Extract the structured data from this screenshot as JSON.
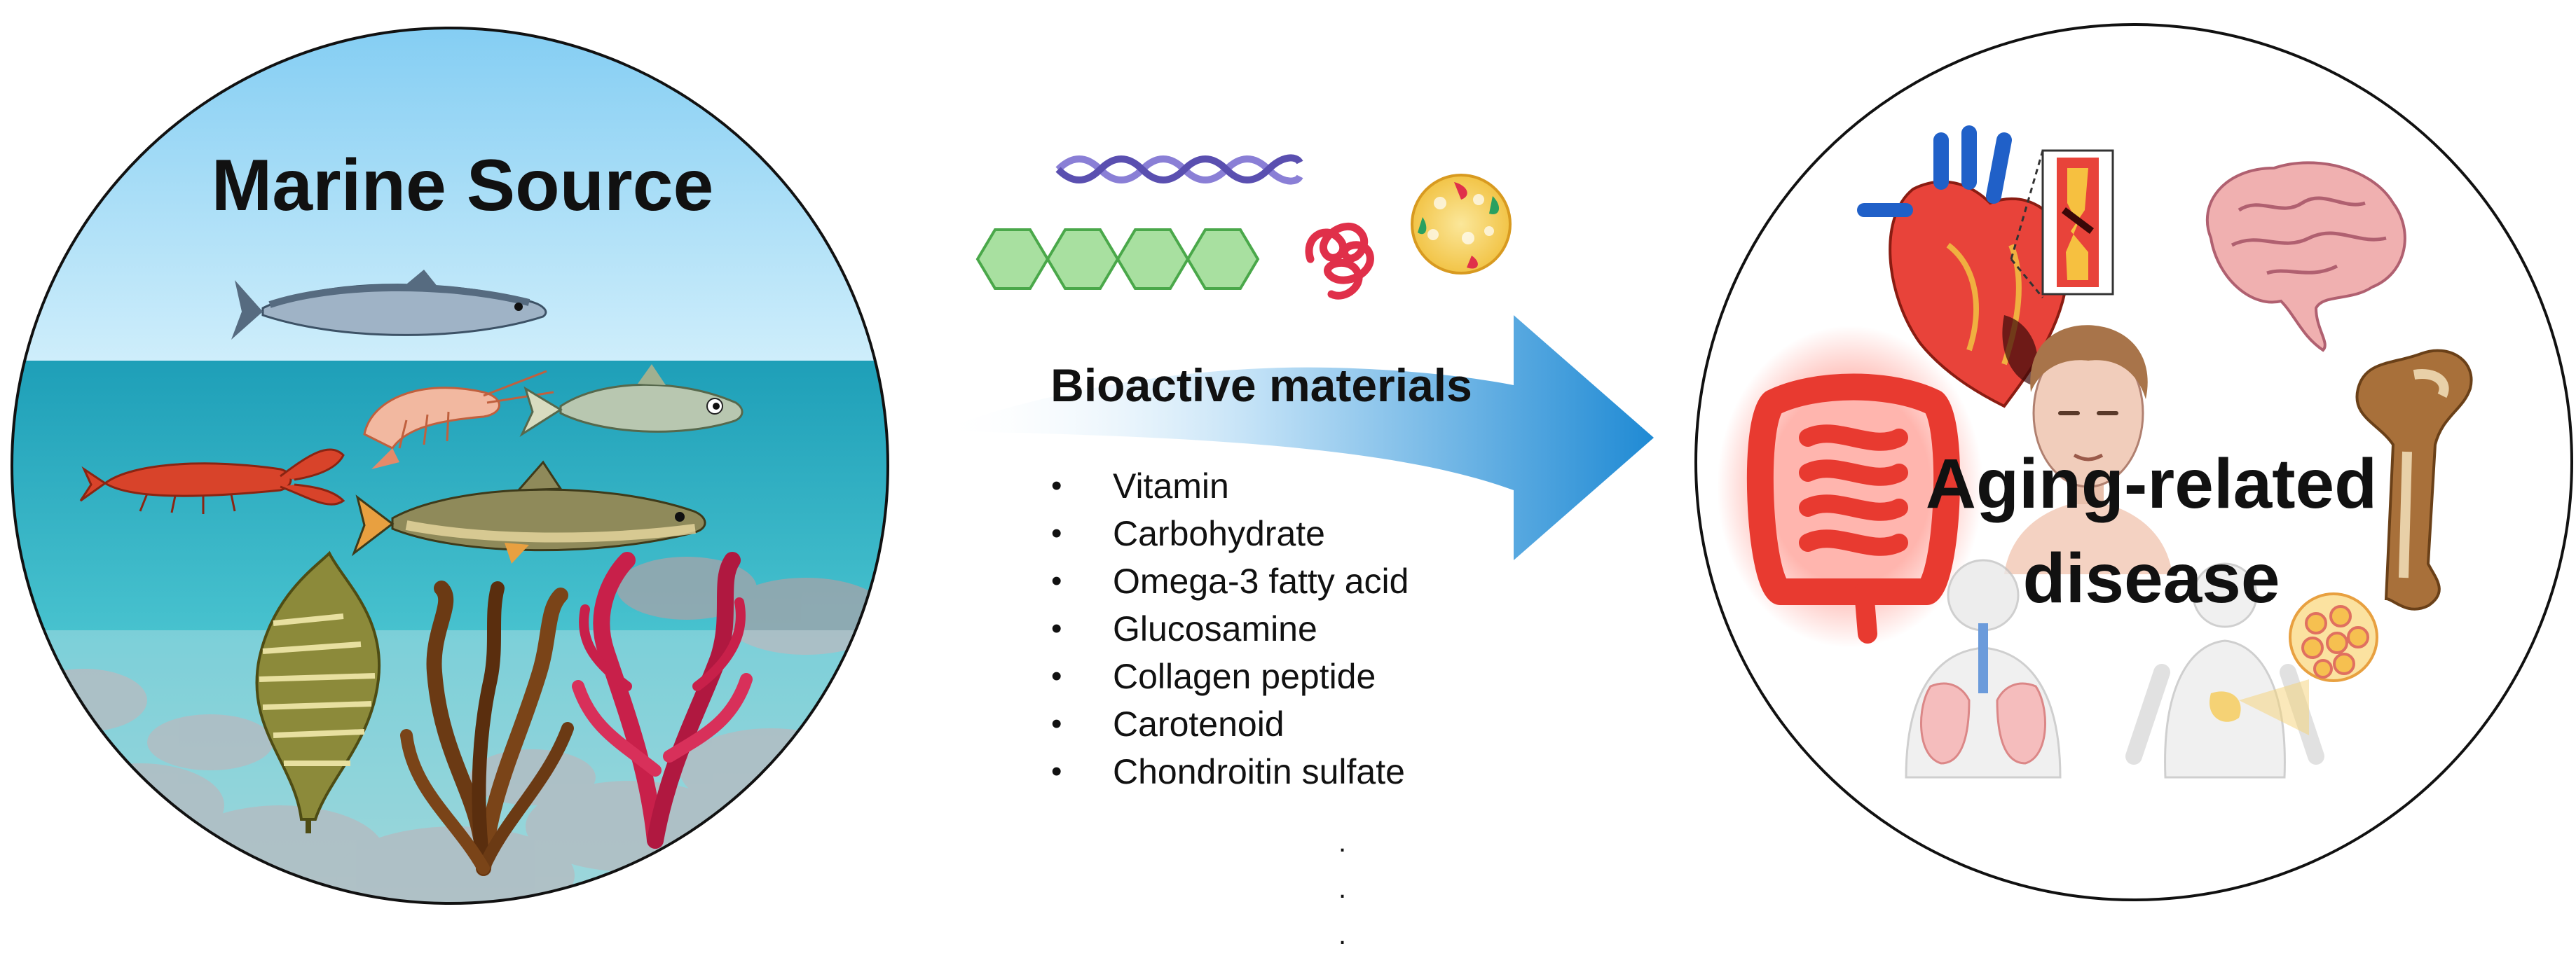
{
  "left_panel": {
    "title": "Marine Source"
  },
  "center": {
    "arrow_label": "Bioactive materials",
    "materials": [
      "Vitamin",
      "Carbohydrate",
      "Omega-3 fatty acid",
      "Glucosamine",
      "Collagen peptide",
      "Carotenoid",
      "Chondroitin sulfate"
    ],
    "ellipsis": [
      ".",
      ".",
      "."
    ]
  },
  "right_panel": {
    "title_line1": "Aging-related",
    "title_line2": "disease"
  },
  "colors": {
    "sky_top": "#8fd3f5",
    "sea": "#2fb6c6",
    "arrow": "#2a8fd6",
    "hexagon_fill": "#a8e0a0",
    "hexagon_stroke": "#4aa84a",
    "helix": "#8a7fd6",
    "protein": "#e0304a",
    "vesicle": "#f4c94a",
    "seaweed_olive": "#8a8a3a",
    "seaweed_brown": "#6b3a14",
    "seaweed_red": "#c8204a",
    "organ_red": "#e8433a",
    "bone": "#a8703a"
  },
  "icons": [
    "salmon-icon",
    "shrimp-icon",
    "silver-fish-icon",
    "lobster-icon",
    "trout-icon",
    "kelp-icon",
    "brown-seaweed-icon",
    "red-algae-icon",
    "dna-helix-icon",
    "hexagon-chain-icon",
    "protein-coil-icon",
    "lipid-vesicle-icon",
    "heart-icon",
    "artery-icon",
    "brain-icon",
    "intestine-icon",
    "face-icon",
    "femur-icon",
    "lungs-icon",
    "body-icon",
    "fat-cell-icon"
  ]
}
